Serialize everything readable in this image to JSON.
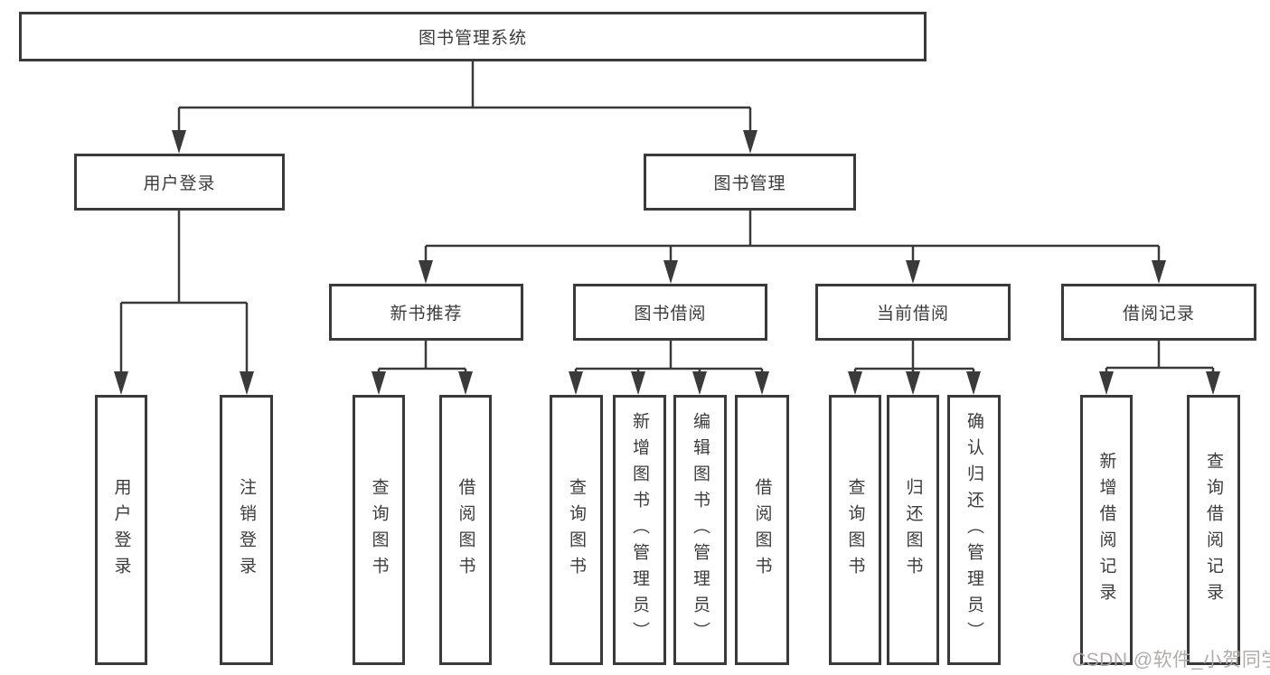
{
  "diagram": {
    "root": {
      "label": "图书管理系统"
    },
    "level2": {
      "user_login": {
        "label": "用户登录"
      },
      "book_management": {
        "label": "图书管理"
      }
    },
    "level3": {
      "new_book_recommend": {
        "label": "新书推荐"
      },
      "book_borrow": {
        "label": "图书借阅"
      },
      "current_borrow": {
        "label": "当前借阅"
      },
      "borrow_records": {
        "label": "借阅记录"
      }
    },
    "leaves": {
      "user_login_login": {
        "label": "用户登录"
      },
      "user_login_logout": {
        "label": "注销登录"
      },
      "recommend_query_books": {
        "label": "查询图书"
      },
      "recommend_borrow_books": {
        "label": "借阅图书"
      },
      "borrow_query_books": {
        "label": "查询图书"
      },
      "borrow_add_books_admin": {
        "label": "新增图书（管理员）"
      },
      "borrow_edit_books_admin": {
        "label": "编辑图书（管理员）"
      },
      "borrow_borrow_books": {
        "label": "借阅图书"
      },
      "current_query_books": {
        "label": "查询图书"
      },
      "current_return_books": {
        "label": "归还图书"
      },
      "current_confirm_return_admin": {
        "label": "确认归还（管理员）"
      },
      "records_add_record": {
        "label": "新增借阅记录"
      },
      "records_query_record": {
        "label": "查询借阅记录"
      }
    }
  },
  "watermark": {
    "text": "CSDN @软件_小贺同学"
  },
  "colors": {
    "line": "#3a3a3a",
    "box_border": "#3a3a3a",
    "text": "#3c3c3c",
    "watermark": "#aca8a8",
    "background": "#ffffff"
  }
}
